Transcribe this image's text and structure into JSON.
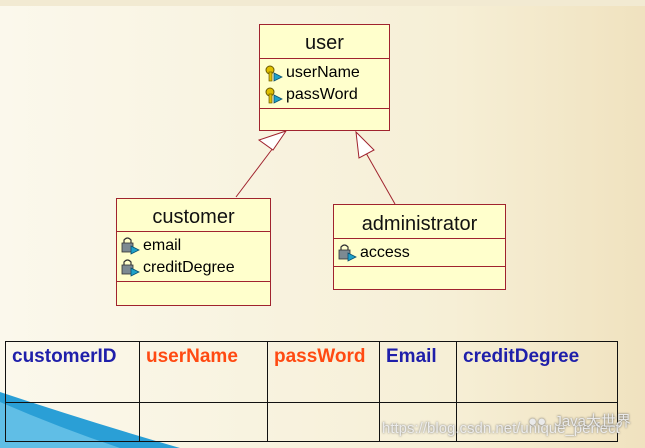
{
  "classes": {
    "user": {
      "name": "user",
      "attributes": [
        "userName",
        "passWord"
      ]
    },
    "customer": {
      "name": "customer",
      "attributes": [
        "email",
        "creditDegree"
      ]
    },
    "administrator": {
      "name": "administrator",
      "attributes": [
        "access"
      ]
    }
  },
  "table": {
    "columns": [
      {
        "label": "customerID",
        "color": "#1f1faa"
      },
      {
        "label": "userName",
        "color": "#ff4a12"
      },
      {
        "label": "passWord",
        "color": "#ff4a12"
      },
      {
        "label": "Email",
        "color": "#1f1faa"
      },
      {
        "label": "creditDegree",
        "color": "#1f1faa"
      }
    ]
  },
  "watermark": {
    "brand": "Java大世界",
    "url": "https://blog.csdn.net/unique_perfect"
  },
  "colors": {
    "class_fill": "#ffffcc",
    "class_border": "#a0232e"
  }
}
